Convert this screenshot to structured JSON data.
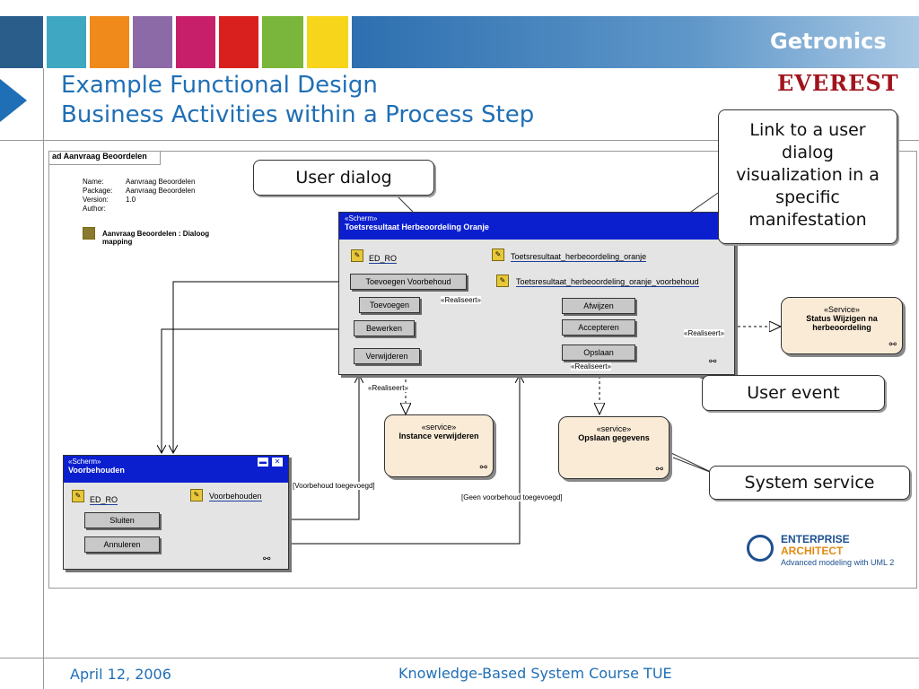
{
  "header": {
    "bar_colors": [
      "#2b5d8a",
      "#3fa7c2",
      "#f08a1a",
      "#8c6aa8",
      "#c81f6a",
      "#d9201e",
      "#7ab63b",
      "#f7d51a",
      "#2d6fb0"
    ],
    "logo_getronics": "Getronics",
    "logo_everest": "EVEREST",
    "accent_color": "#1f6fb6"
  },
  "title": {
    "line1": "Example Functional Design",
    "line2": "Business Activities within a Process Step"
  },
  "callouts": {
    "user_dialog": "User dialog",
    "link_dialog": "Link to a user dialog visualization in a specific manifestation",
    "user_event": "User event",
    "system_service": "System service"
  },
  "diagram": {
    "tab_label": "ad Aanvraag Beoordelen",
    "meta": {
      "name_key": "Name:",
      "name_val": "Aanvraag Beoordelen",
      "package_key": "Package:",
      "package_val": "Aanvraag Beoordelen",
      "version_key": "Version:",
      "version_val": "1.0",
      "author_key": "Author:",
      "author_val": ""
    },
    "mapping_label": "Aanvraag Beoordelen : Dialoog mapping",
    "screen_main": {
      "stereotype": "«Scherm»",
      "title": "Toetsresultaat Herbeoordeling Oranje",
      "ed_ro": "ED_RO",
      "link1": "Toetsresultaat_herbeoordeling_oranje",
      "link2": "Toetsresultaat_herbeoordeling_oranje_voorbehoud",
      "btn_toevoegen_voorbehoud": "Toevoegen Voorbehoud",
      "btn_toevoegen": "Toevoegen",
      "btn_bewerken": "Bewerken",
      "btn_verwijderen": "Verwijderen",
      "btn_afwijzen": "Afwijzen",
      "btn_accepteren": "Accepteren",
      "btn_opslaan": "Opslaan"
    },
    "screen_voorbehouden": {
      "stereotype": "«Scherm»",
      "title": "Voorbehouden",
      "ed_ro": "ED_RO",
      "link": "Voorbehouden",
      "btn_sluiten": "Sluiten",
      "btn_annuleren": "Annuleren"
    },
    "services": {
      "status": {
        "stereotype": "«Service»",
        "name": "Status Wijzigen na herbeoordeling"
      },
      "instance": {
        "stereotype": "«service»",
        "name": "Instance verwijderen"
      },
      "opslaan": {
        "stereotype": "«service»",
        "name": "Opslaan gegevens"
      }
    },
    "labels": {
      "realiseert1": "«Realiseert»",
      "realiseert2": "«Realiseert»",
      "realiseert3": "«Realiseert»",
      "realiseert4": "«Realiseert»",
      "guard1": "[Voorbehoud toegevoegd]",
      "guard2": "[Geen voorbehoud toegevoegd]"
    },
    "ea_logo": {
      "line1": "ENTERPRISE",
      "line2": "ARCHITECT",
      "line3": "Advanced modeling with UML 2"
    }
  },
  "footer": {
    "date": "April 12, 2006",
    "course": "Knowledge-Based System Course TUE"
  }
}
